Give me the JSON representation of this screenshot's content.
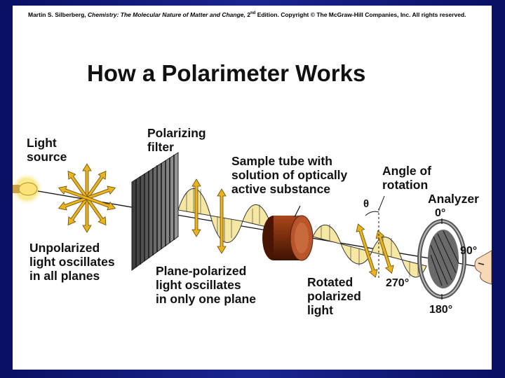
{
  "copyright": {
    "author": "Martin S. Silberberg,",
    "book": "Chemistry: The Molecular Nature of Matter and Change,",
    "edition_num": "2",
    "edition_sup": "nd",
    "rest": "Edition. Copyright © The McGraw-Hill Companies, Inc. All rights reserved."
  },
  "title": "How a Polarimeter Works",
  "labels": {
    "light_source": [
      "Light",
      "source"
    ],
    "polarizing_filter": [
      "Polarizing",
      "filter"
    ],
    "sample_tube": [
      "Sample tube with",
      "solution of optically",
      "active substance"
    ],
    "angle_of_rotation": [
      "Angle of",
      "rotation"
    ],
    "analyzer": "Analyzer",
    "unpolarized": [
      "Unpolarized",
      "light oscillates",
      "in all planes"
    ],
    "plane_polarized": [
      "Plane-polarized",
      "light oscillates",
      "in only one plane"
    ],
    "rotated": [
      "Rotated",
      "polarized",
      "light"
    ],
    "theta": "θ"
  },
  "degrees": {
    "d0": "0°",
    "d90": "90°",
    "d180": "180°",
    "d270": "270°"
  },
  "colors": {
    "wave_fill": "#f6e7a3",
    "arrow_fill": "#e9b21f",
    "tube_dark": "#5a1e08",
    "tube_light": "#a9471b",
    "background": "#13207a"
  }
}
